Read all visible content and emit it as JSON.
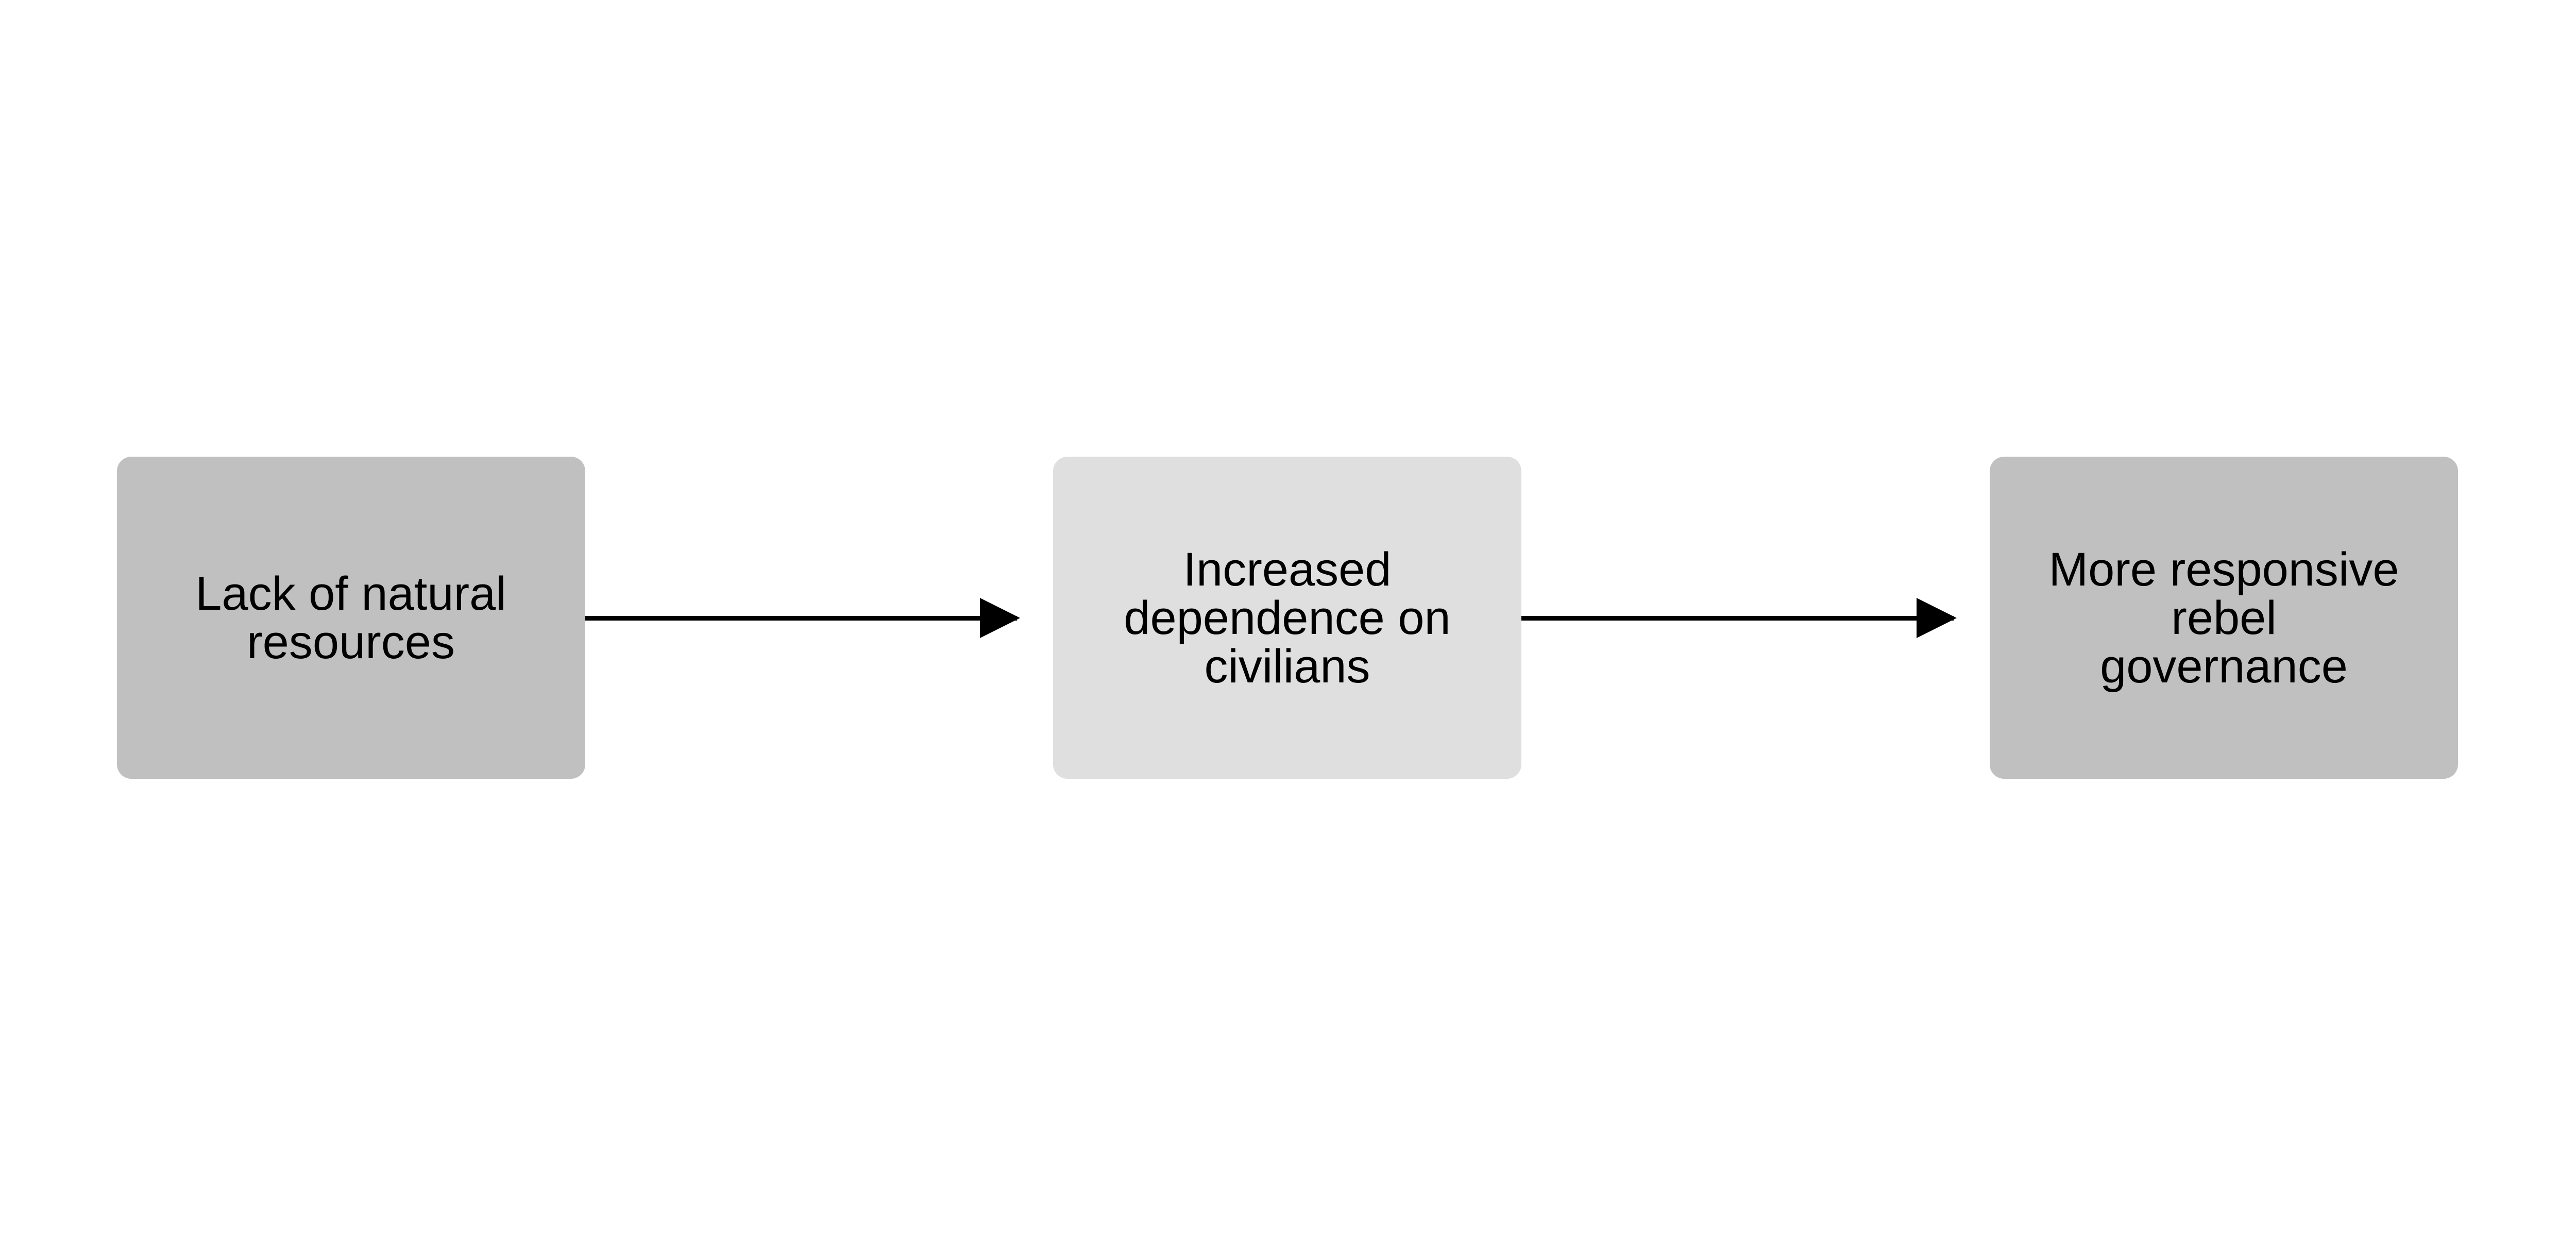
{
  "nodes": [
    {
      "id": "n1",
      "label": "Lack of natural\nresources",
      "color": "#c0c0c0"
    },
    {
      "id": "n2",
      "label": "Increased\ndependence on\ncivilians",
      "color": "#dfdfdf"
    },
    {
      "id": "n3",
      "label": "More responsive\nrebel\ngovernance",
      "color": "#c0c0c0"
    }
  ],
  "edges": [
    {
      "from": "n1",
      "to": "n2"
    },
    {
      "from": "n2",
      "to": "n3"
    }
  ]
}
